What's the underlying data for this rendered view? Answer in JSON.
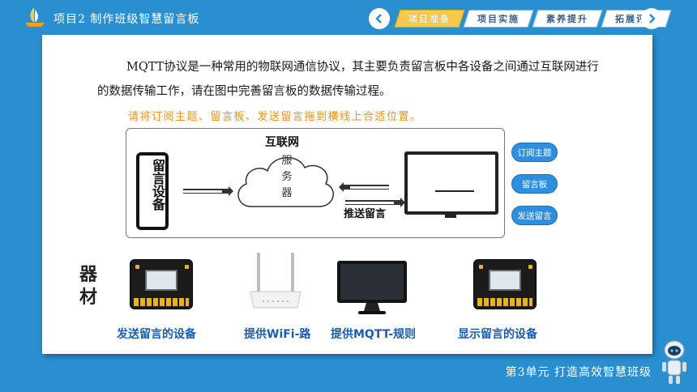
{
  "header": {
    "title": "项目2  制作班级智慧留言板",
    "tabs": [
      {
        "label": "项目准备",
        "active": true
      },
      {
        "label": "项目实施",
        "active": false
      },
      {
        "label": "素养提升",
        "active": false
      },
      {
        "label": "拓展评价",
        "active": false
      }
    ]
  },
  "content": {
    "paragraph": "MQTT协议是一种常用的物联网通信协议，其主要负责留言板中各设备之间通过互联网进行的数据传输工作，请在图中完善留言板的数据传输过程。",
    "instruction": "请将订阅主题、留言板、发送留言拖到横线上合适位置。"
  },
  "diagram": {
    "phone_label": "留言设备",
    "cloud_title": "互联网",
    "cloud_text": "服务器",
    "push_label": "推送留言"
  },
  "chips": [
    "订阅主题",
    "留言板",
    "发送留言"
  ],
  "equipment": {
    "title": "器材",
    "items": [
      {
        "label": "发送留言的设备",
        "icon": "microbit-board-icon"
      },
      {
        "label": "提供WiFi-路",
        "icon": "wifi-router-icon"
      },
      {
        "label": "提供MQTT-规则",
        "icon": "monitor-icon"
      },
      {
        "label": "显示留言的设备",
        "icon": "microbit-board-icon"
      }
    ]
  },
  "footer": {
    "text": "第3单元  打造高效智慧班级"
  },
  "colors": {
    "background": "#2a8fcf",
    "active_tab": "#f7c94a",
    "chip": "#2e8fde",
    "instruction": "#e8931c",
    "equipment_label": "#1b5cab"
  }
}
